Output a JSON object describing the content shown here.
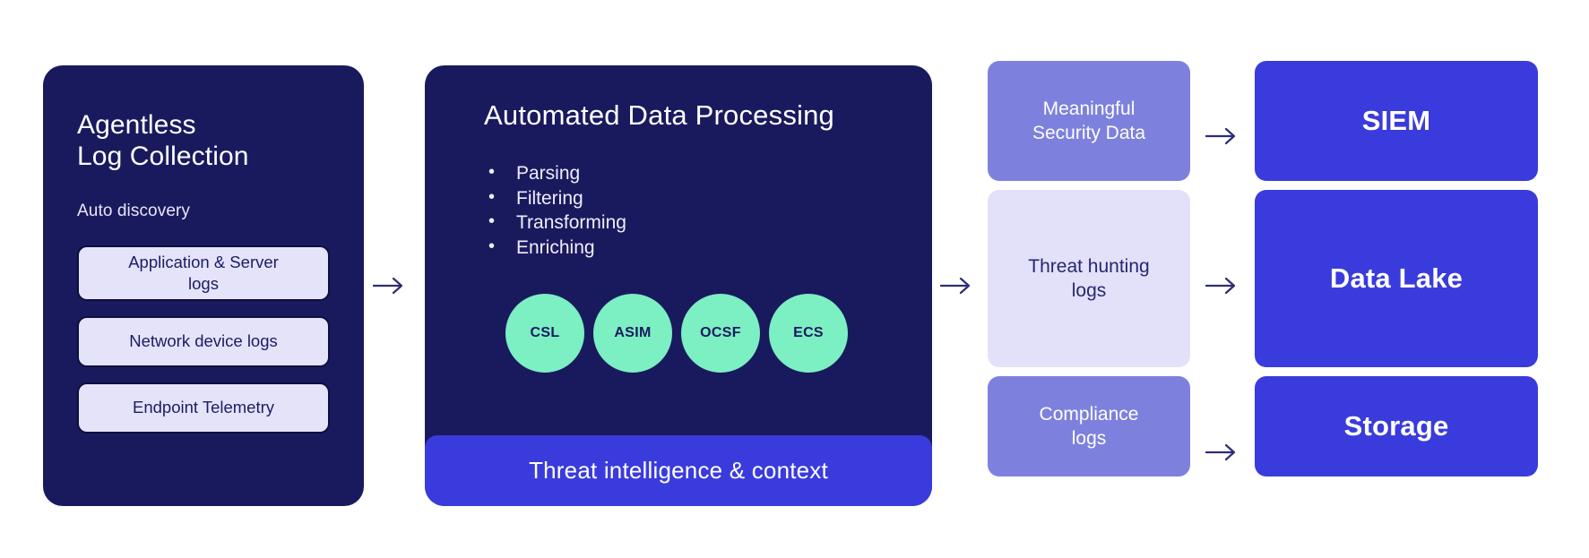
{
  "collection": {
    "title": "Agentless\nLog Collection",
    "subtitle": "Auto discovery",
    "chips": [
      {
        "label": "Application & Server\nlogs"
      },
      {
        "label": "Network device logs"
      },
      {
        "label": "Endpoint Telemetry"
      }
    ]
  },
  "processing": {
    "title": "Automated Data Processing",
    "bullets": [
      {
        "label": "Parsing"
      },
      {
        "label": "Filtering"
      },
      {
        "label": "Transforming"
      },
      {
        "label": "Enriching"
      }
    ],
    "schemas": [
      {
        "label": "CSL"
      },
      {
        "label": "ASIM"
      },
      {
        "label": "OCSF"
      },
      {
        "label": "ECS"
      }
    ],
    "footer_label": "Threat intelligence & context"
  },
  "outputs": [
    {
      "label": "Meaningful\nSecurity Data",
      "destination": "SIEM"
    },
    {
      "label": "Threat hunting\nlogs",
      "destination": "Data Lake"
    },
    {
      "label": "Compliance\nlogs",
      "destination": "Storage"
    }
  ],
  "icons": {
    "flow_arrow": "arrow-right-icon"
  },
  "colors": {
    "navy": "#191a5e",
    "royal_blue": "#3a3bdc",
    "mint": "#7cefc3",
    "periwinkle": "#7d81dd",
    "pale_lavender": "#e3e1f9",
    "background": "#ffffff"
  }
}
